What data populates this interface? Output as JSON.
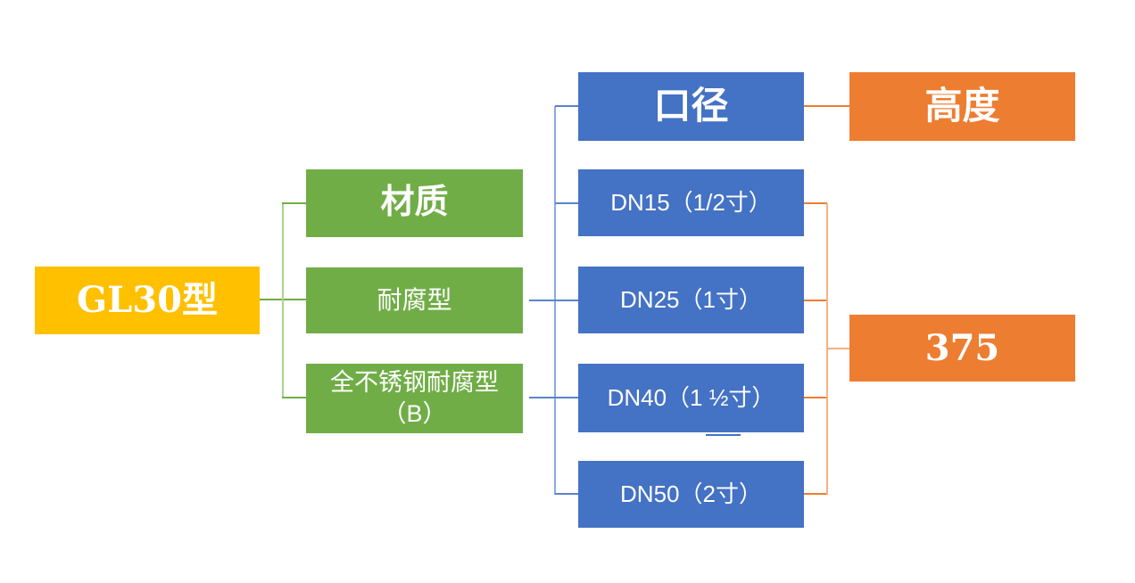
{
  "diagram": {
    "root": {
      "label": "GL30型"
    },
    "material": {
      "header": "材质",
      "items": [
        {
          "label": "耐腐型"
        },
        {
          "label": "全不锈钢耐腐型（B）",
          "line1": "全不锈钢耐腐型",
          "line2": "（B）"
        }
      ]
    },
    "diameter": {
      "header": "口径",
      "items": [
        {
          "label": "DN15（1/2寸）"
        },
        {
          "label": "DN25（1寸）"
        },
        {
          "label": "DN40（1 ½寸）"
        },
        {
          "label": "DN50（2寸）"
        }
      ]
    },
    "height": {
      "header": "高度",
      "value": "375"
    },
    "colors": {
      "root_fill": "#FFC000",
      "material_fill": "#70AD47",
      "diameter_fill": "#4472C4",
      "height_fill": "#ED7D31",
      "connector_green": "#70AD47",
      "connector_green_light": "#A9D18E",
      "connector_blue": "#5B83C9",
      "connector_blue_light": "#8FAADC",
      "connector_orange": "#ED7D31",
      "connector_orange_light": "#F4B183",
      "text": "#FFFFFF",
      "background": "#FFFFFF"
    }
  }
}
